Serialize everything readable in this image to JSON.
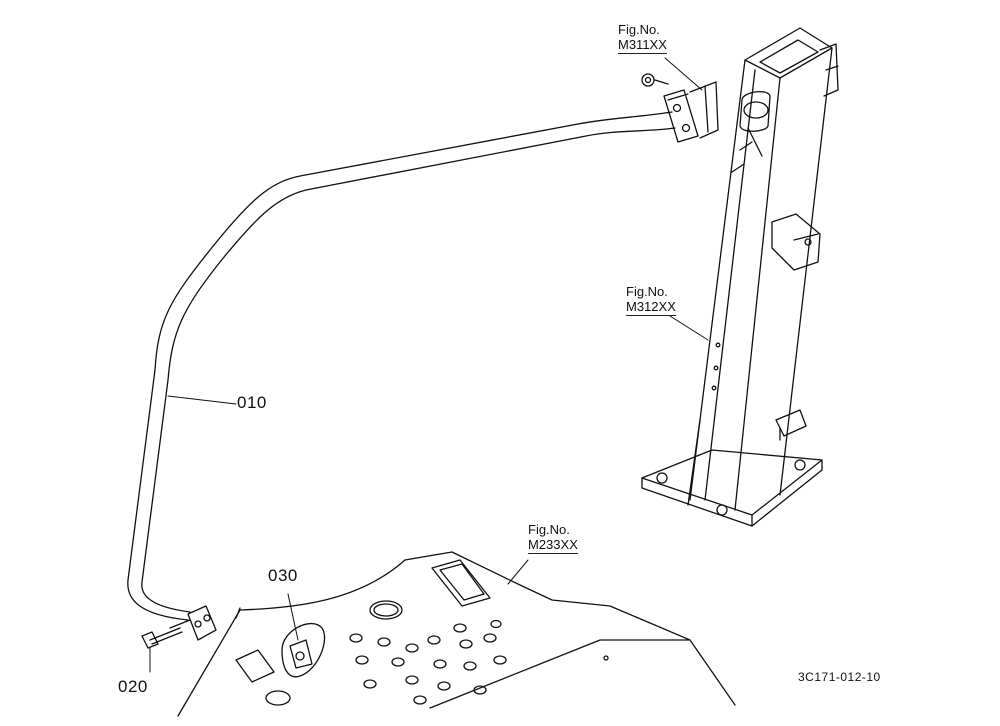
{
  "figure_refs": [
    {
      "id": "ref-m311",
      "caption": "Fig.No.",
      "code": "M311XX"
    },
    {
      "id": "ref-m312",
      "caption": "Fig.No.",
      "code": "M312XX"
    },
    {
      "id": "ref-m233",
      "caption": "Fig.No.",
      "code": "M233XX"
    }
  ],
  "parts": [
    {
      "id": "part-010",
      "number": "010"
    },
    {
      "id": "part-020",
      "number": "020"
    },
    {
      "id": "part-030",
      "number": "030"
    }
  ],
  "drawing_code": "3C171-012-10",
  "colors": {
    "line": "#111111",
    "background": "#ffffff"
  }
}
